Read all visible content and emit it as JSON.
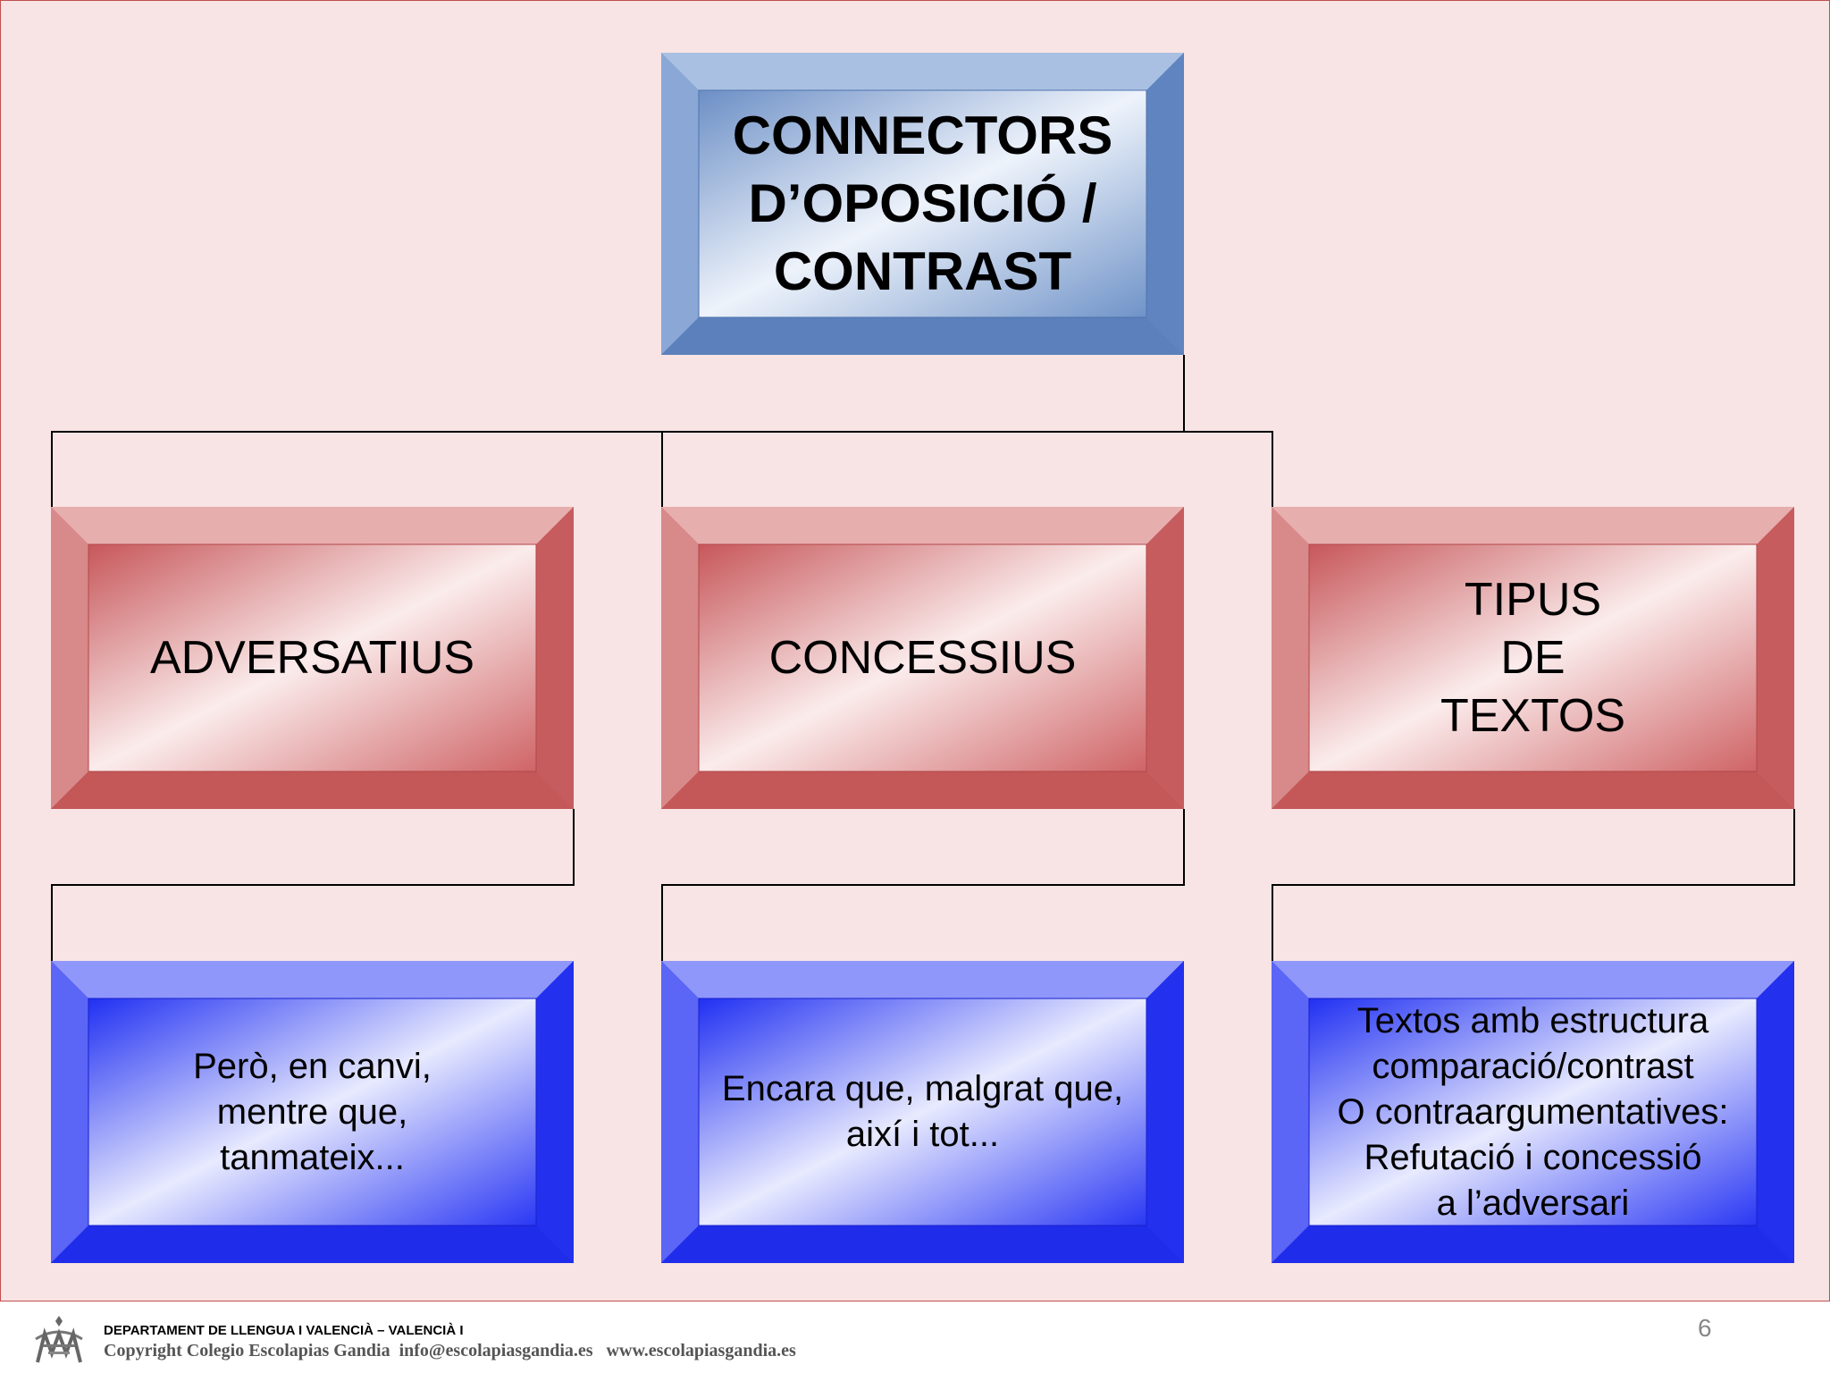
{
  "title": {
    "lines": [
      "CONNECTORS",
      "D’OPOSICIÓ /",
      "CONTRAST"
    ]
  },
  "categories": [
    {
      "label_lines": [
        "ADVERSATIUS"
      ]
    },
    {
      "label_lines": [
        "CONCESSIUS"
      ]
    },
    {
      "label_lines": [
        "TIPUS",
        "DE",
        "TEXTOS"
      ]
    }
  ],
  "examples": [
    {
      "lines": [
        "Però, en canvi,",
        "mentre que,",
        "tanmateix..."
      ]
    },
    {
      "lines": [
        "Encara que, malgrat que,",
        "així i tot..."
      ]
    },
    {
      "lines": [
        "Textos amb estructura",
        "comparació/contrast",
        "O contraargumentatives:",
        "Refutació i concessió",
        "a l’adversari"
      ]
    }
  ],
  "footer": {
    "department": "DEPARTAMENT DE LLENGUA I VALENCIÀ – VALENCIÀ I",
    "copyright": "Copyright Colegio Escolapias Gandia  info@escolapiasgandia.es   www.escolapiasgandia.es",
    "page_number": "6"
  },
  "colors": {
    "slide_background": "#f8e4e4",
    "title_box": "#6f93c8",
    "category_box": "#c9585a",
    "example_box": "#1f2cf0",
    "connector_line": "#000000"
  }
}
